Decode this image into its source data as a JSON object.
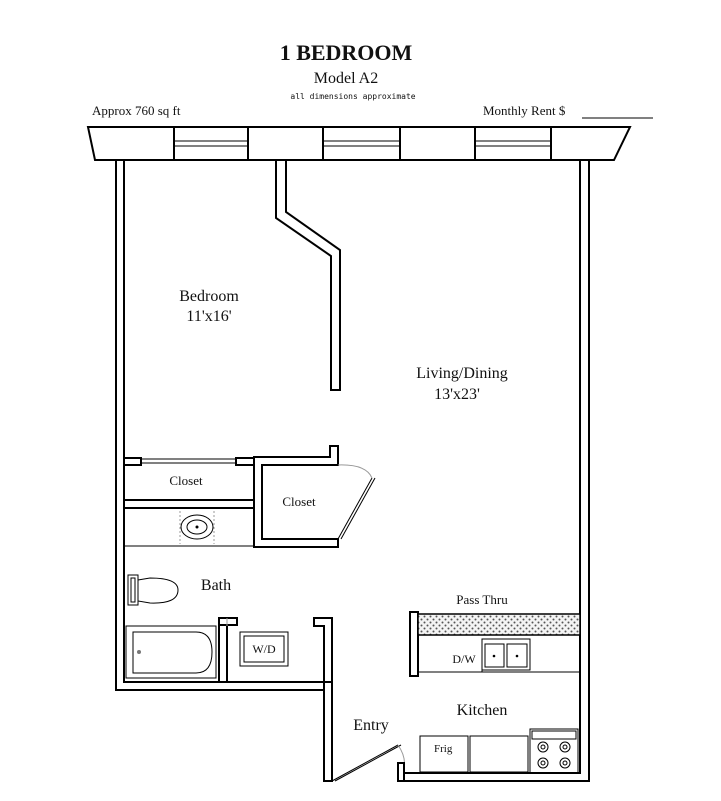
{
  "header": {
    "title": "1 BEDROOM",
    "model": "Model A2",
    "note": "all dimensions approximate",
    "area": "Approx 760 sq ft",
    "rent_label": "Monthly Rent $"
  },
  "rooms": {
    "bedroom": {
      "name": "Bedroom",
      "size": "11'x16'"
    },
    "living": {
      "name": "Living/Dining",
      "size": "13'x23'"
    },
    "closet_bedroom": "Closet",
    "closet_hall": "Closet",
    "bath": "Bath",
    "kitchen": "Kitchen",
    "entry": "Entry"
  },
  "fixtures": {
    "pass_thru": "Pass Thru",
    "washer_dryer": "W/D",
    "dishwasher": "D/W",
    "fridge": "Frig"
  }
}
